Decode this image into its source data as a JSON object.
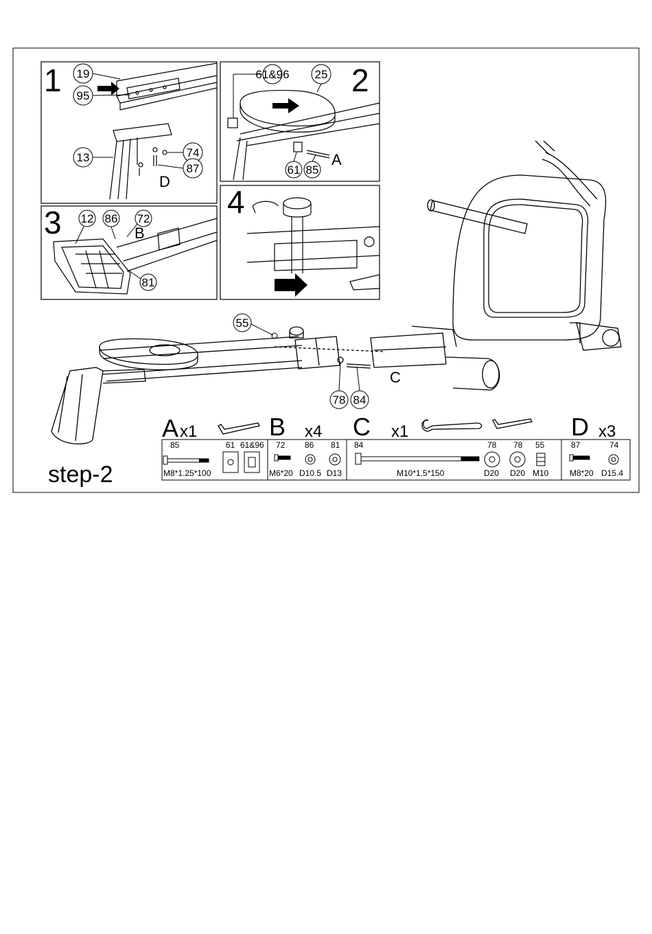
{
  "step_label": "step-2",
  "panels": [
    {
      "number": "1",
      "callouts": [
        "19",
        "95",
        "13",
        "74",
        "87"
      ],
      "letter": "D"
    },
    {
      "number": "2",
      "callouts": [
        "61&96",
        "25",
        "61",
        "85"
      ],
      "letter": "A"
    },
    {
      "number": "3",
      "callouts": [
        "12",
        "86",
        "72",
        "81"
      ],
      "letter": "B"
    },
    {
      "number": "4"
    }
  ],
  "main_callouts": [
    "55",
    "78",
    "84"
  ],
  "main_letter": "C",
  "hardware": {
    "A": {
      "letter": "A",
      "qty": "x1",
      "items": [
        {
          "num": "85",
          "size": "M8*1.25*100"
        },
        {
          "num": "61",
          "size": ""
        },
        {
          "num": "61&96",
          "size": ""
        }
      ]
    },
    "B": {
      "letter": "B",
      "qty": "x4",
      "items": [
        {
          "num": "72",
          "size": "M6*20"
        },
        {
          "num": "86",
          "size": "D10.5"
        },
        {
          "num": "81",
          "size": "D13"
        }
      ]
    },
    "C": {
      "letter": "C",
      "qty": "x1",
      "items": [
        {
          "num": "84",
          "size": "M10*1.5*150"
        },
        {
          "num": "78",
          "size": "D20"
        },
        {
          "num": "78",
          "size": "D20"
        },
        {
          "num": "55",
          "size": "M10"
        }
      ]
    },
    "D": {
      "letter": "D",
      "qty": "x3",
      "items": [
        {
          "num": "87",
          "size": "M8*20"
        },
        {
          "num": "74",
          "size": "D15.4"
        }
      ]
    }
  }
}
